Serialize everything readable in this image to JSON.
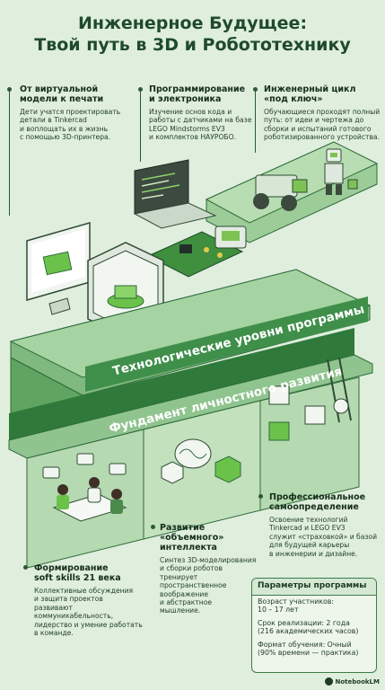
{
  "title": {
    "line1": "Инженерное Будущее:",
    "line2": "Твой путь в 3D и Робототехнику"
  },
  "top_blocks": [
    {
      "heading": "От виртуальной модели к печати",
      "heading_lines": [
        "От виртуальной",
        "модели к печати"
      ],
      "body_lines": [
        "Дети учатся проектировать",
        "детали в Tinkercad",
        "и воплощать их в жизнь",
        "с помощью 3D-принтера."
      ]
    },
    {
      "heading_lines": [
        "Программирование",
        "и электроника"
      ],
      "body_lines": [
        "Изучение основ кода и",
        "работы с датчиками на базе",
        "LEGO Mindstorms EV3",
        "и комплектов НАУРОБО."
      ]
    },
    {
      "heading_lines": [
        "Инженерный цикл",
        "«под ключ»"
      ],
      "body_lines": [
        "Обучающиеся проходят полный",
        "путь: от идеи и чертежа до",
        "сборки и испытаний готового",
        "роботизированного устройства."
      ]
    }
  ],
  "bands": {
    "tech": "Технологические уровни программы",
    "foundation": "Фундамент личностного развития"
  },
  "bottom_blocks": [
    {
      "heading_lines": [
        "Профессиональное",
        "самоопределение"
      ],
      "body_lines": [
        "Освоение технологий",
        "Tinkercad и LEGO EV3",
        "служит «страховкой» и базой",
        "для будущей карьеры",
        "в инженерии и дизайне."
      ]
    },
    {
      "heading_lines": [
        "Развитие",
        "«объемного»",
        "интеллекта"
      ],
      "body_lines": [
        "Синтез 3D-моделирования",
        "и сборки роботов тренирует",
        "пространственное",
        "воображение",
        "и абстрактное",
        "мышление."
      ]
    },
    {
      "heading_lines": [
        "Формирование",
        "soft skills 21 века"
      ],
      "body_lines": [
        "Коллективные обсуждения",
        "и защита проектов",
        "развивают",
        "коммуникабельность,",
        "лидерство и умение работать",
        "в команде."
      ]
    }
  ],
  "params": {
    "heading": "Параметры программы",
    "items": [
      [
        "Возраст участников:",
        "10 – 17 лет"
      ],
      [
        "Срок реализации: 2 года",
        "(216 академических часов)"
      ],
      [
        "Формат обучения: Очный",
        "(90% времени — практика)"
      ]
    ]
  },
  "badge": "NotebookLM",
  "colors": {
    "background": "#dfeedd",
    "band_dark": "#3f8f4a",
    "platform": "#8fc48f",
    "accent": "#6bc24a"
  }
}
